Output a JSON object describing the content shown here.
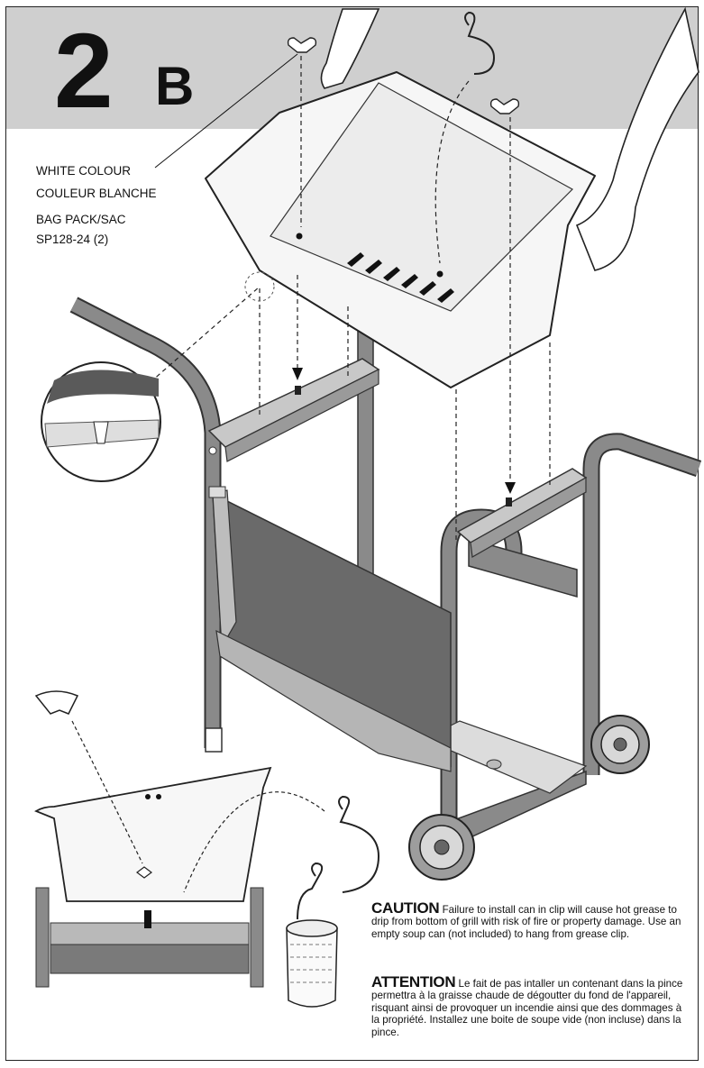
{
  "step": {
    "number": "2",
    "letter": "B"
  },
  "labels": {
    "colour_en": "WHITE COLOUR",
    "colour_fr": "COULEUR BLANCHE",
    "bag_pack": "BAG PACK/SAC",
    "part_number": "SP128-24 (2)"
  },
  "caution": {
    "heading": "CAUTION",
    "text": "Failure to install can in clip will cause hot grease to drip from bottom of grill with risk of fire or property damage. Use an empty soup can (not included) to hang from grease clip."
  },
  "attention": {
    "heading": "ATTENTION",
    "text": "Le fait de pas intaller un contenant dans la pince permettra à la graisse chaude de dégoutter du fond de l'appareil, risquant ainsi de provoquer un incendie ainsi que des dommages à la propriété. Installez une boite de soupe vide (non incluse) dans la pince."
  },
  "colors": {
    "banner": "#cfcfcf",
    "frame_tube": "#8a8a8a",
    "panel": "#5f5f5f",
    "ink": "#111111"
  }
}
